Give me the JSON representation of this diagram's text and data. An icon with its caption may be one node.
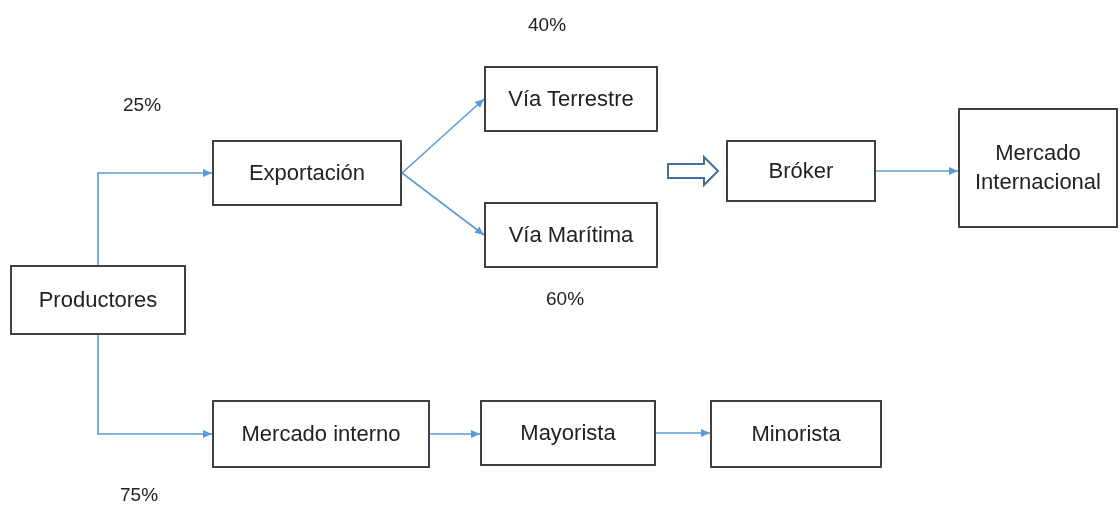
{
  "diagram": {
    "nodes": [
      {
        "text": [
          "Productores"
        ]
      },
      {
        "text": [
          "Exportación"
        ]
      },
      {
        "text": [
          "Vía Terrestre"
        ]
      },
      {
        "text": [
          "Vía Marítima"
        ]
      },
      {
        "text": [
          "Bróker"
        ]
      },
      {
        "text": [
          "Mercado Internacional"
        ]
      },
      {
        "text": [
          "Mercado interno"
        ]
      },
      {
        "text": [
          "Mayorista"
        ]
      },
      {
        "text": [
          "Minorista"
        ]
      }
    ],
    "edges": [
      {
        "from": 0,
        "to": 1,
        "arrow": "to"
      },
      {
        "from": 1,
        "to": 2,
        "arrow": "to"
      },
      {
        "from": 1,
        "to": 3,
        "arrow": "to"
      },
      {
        "from": null,
        "to": 4,
        "arrow": "to",
        "style": "thick"
      },
      {
        "from": 4,
        "to": 5,
        "arrow": "to"
      },
      {
        "from": 0,
        "to": 6,
        "arrow": "to"
      },
      {
        "from": 6,
        "to": 7,
        "arrow": "to"
      },
      {
        "from": 7,
        "to": 8,
        "arrow": "to"
      }
    ],
    "labels": [
      "40%",
      "25%",
      "60%",
      "75%"
    ]
  }
}
